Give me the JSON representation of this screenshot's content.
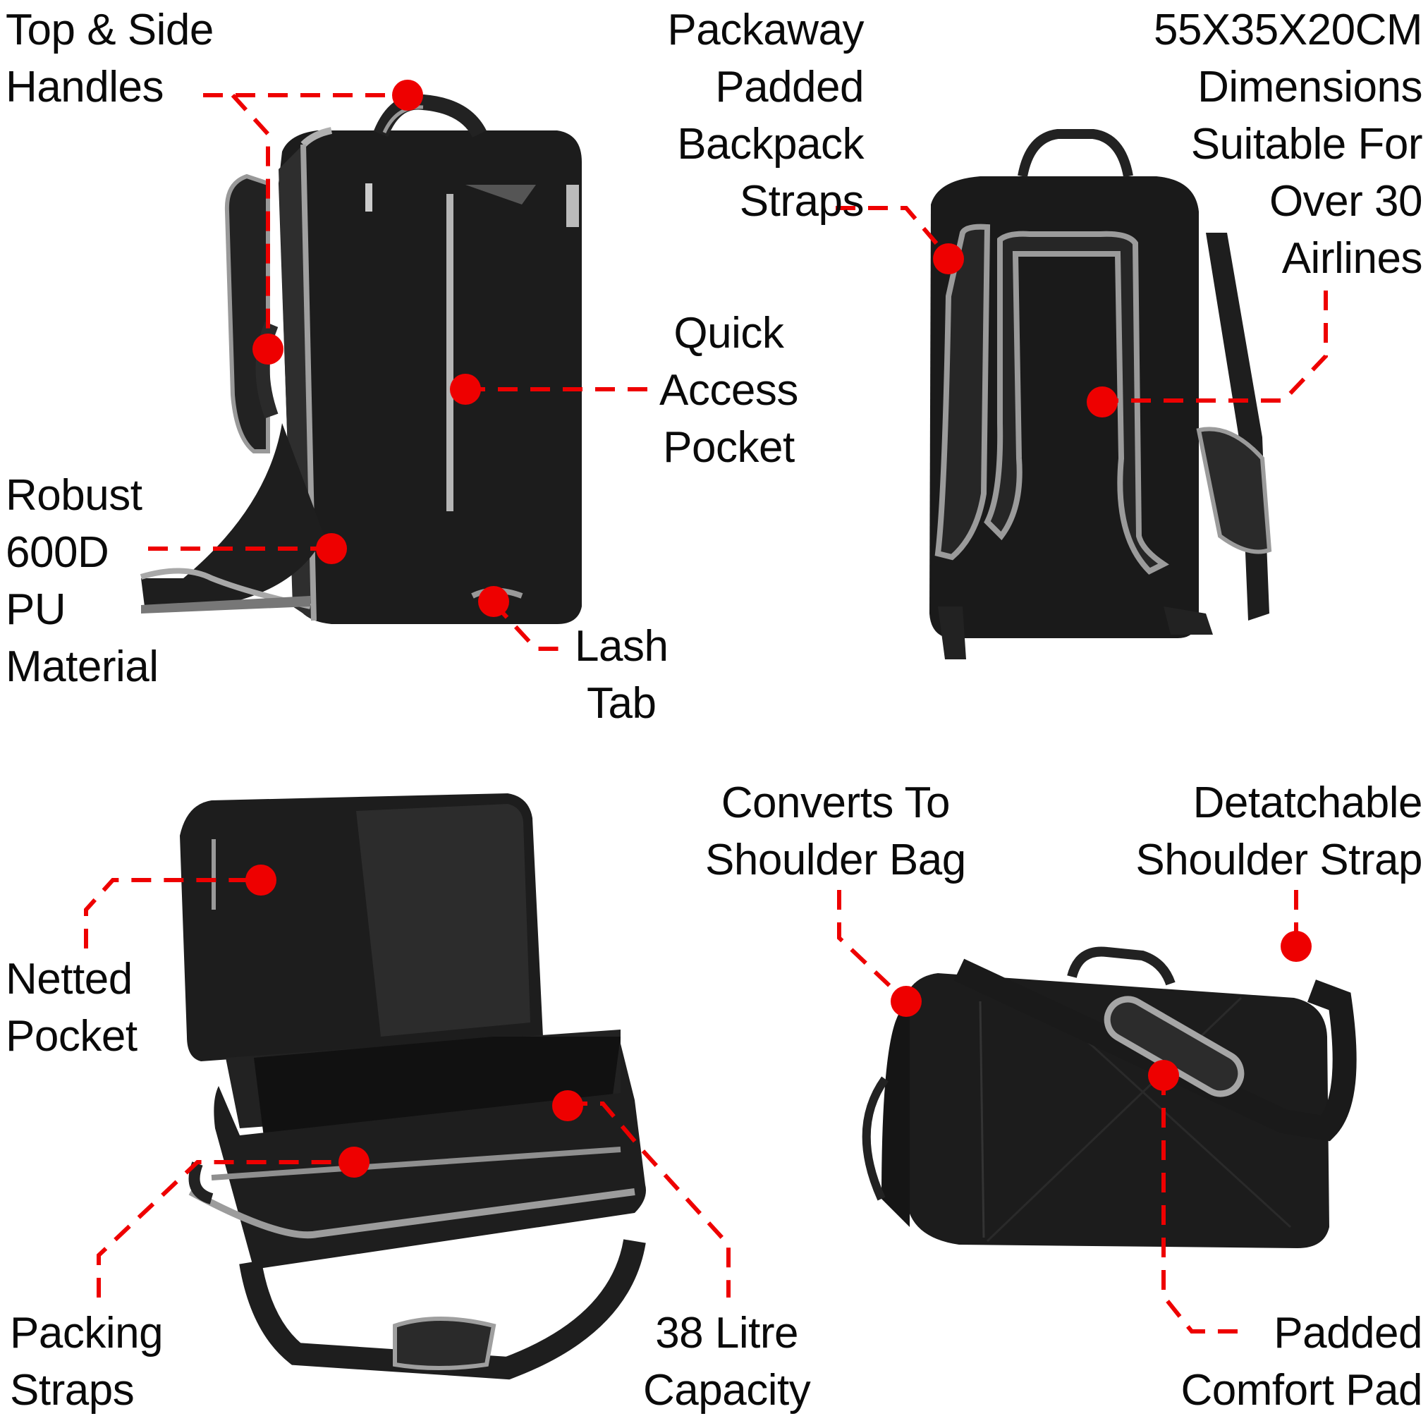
{
  "colors": {
    "callout_red": "#ee0000",
    "bag_black": "#1c1c1c",
    "bag_dark": "#2a2a2a",
    "trim_grey": "#a8a8a8",
    "text": "#0a0a0a",
    "background": "#ffffff"
  },
  "panels": {
    "front_view": {
      "callouts": [
        {
          "id": "top-side-handles",
          "lines": [
            "Top & Side",
            "Handles"
          ]
        },
        {
          "id": "quick-access-pocket",
          "lines": [
            "Quick",
            "Access",
            "Pocket"
          ]
        },
        {
          "id": "robust-material",
          "lines": [
            "Robust",
            "600D",
            "PU",
            "Material"
          ]
        },
        {
          "id": "lash-tab",
          "lines": [
            "Lash",
            "Tab"
          ]
        }
      ]
    },
    "back_view": {
      "callouts": [
        {
          "id": "backpack-straps",
          "lines": [
            "Packaway",
            "Padded",
            "Backpack",
            "Straps"
          ]
        },
        {
          "id": "dimensions",
          "lines": [
            "55X35X20CM",
            "Dimensions",
            "Suitable For",
            "Over 30",
            "Airlines"
          ]
        }
      ]
    },
    "open_view": {
      "callouts": [
        {
          "id": "netted-pocket",
          "lines": [
            "Netted",
            "Pocket"
          ]
        },
        {
          "id": "packing-straps",
          "lines": [
            "Packing",
            "Straps"
          ]
        },
        {
          "id": "capacity",
          "lines": [
            "38 Litre",
            "Capacity"
          ]
        }
      ]
    },
    "shoulder_view": {
      "callouts": [
        {
          "id": "shoulder-bag",
          "lines": [
            "Converts To",
            "Shoulder Bag"
          ]
        },
        {
          "id": "detachable-strap",
          "lines": [
            "Detatchable",
            "Shoulder Strap"
          ]
        },
        {
          "id": "comfort-pad",
          "lines": [
            "Padded",
            "Comfort Pad"
          ]
        }
      ]
    }
  }
}
